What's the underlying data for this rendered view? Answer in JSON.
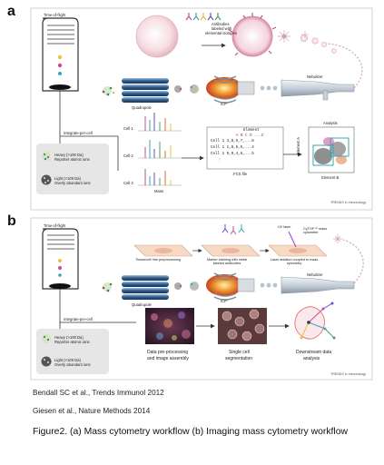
{
  "panel_a": {
    "letter": "a",
    "tof_label": "Time-of-flight",
    "antibodies_label_1": "Antibodies",
    "antibodies_label_2": "labeled with",
    "antibodies_label_3": "elemental isotopes",
    "quadrupole_label": "Quadrupole",
    "icp_label": "ICP",
    "nebulizer_label": "Nebulizer",
    "integrate_label": "Integrate-per-cell",
    "heavy_label_1": "Heavy (>100 Da)",
    "heavy_label_2": "Reporter atomic ions",
    "light_label_1": "Light (<100 Da)",
    "light_label_2": "Overly abundant ions",
    "cell_labels": [
      "Cell 1",
      "Cell 2",
      "Cell 3"
    ],
    "mass_label": "Mass",
    "fcs_header": "Element",
    "fcs_cols": "A B C D ...Z",
    "fcs_rows": [
      "Cell 1  3,8,9,7,...8",
      "Cell 1  1,8,6,5,...4",
      "Cell 1  9,9,4,6,...5",
      "⋮"
    ],
    "fcs_label": ".FCS file",
    "analysis_label": "Analysis",
    "element_a_label": "Element A",
    "element_b_label": "Element B",
    "trends_label": "TRENDS in Immunology"
  },
  "panel_b": {
    "letter": "b",
    "tof_label": "Time-of-flight",
    "quadrupole_label": "Quadrupole",
    "icp_label": "ICP",
    "nebulizer_label": "Nebulizer",
    "integrate_label": "Integrate-per-cell",
    "heavy_label_1": "Heavy (>100 Da)",
    "heavy_label_2": "Reporter atomic ions",
    "light_label_1": "Light (<100 Da)",
    "light_label_2": "Overly abundant ions",
    "step1": "Tissue/cell line preprocessing",
    "step2": "Marker staining with metal labeled antibodies",
    "step3": "Laser ablation coupled to mass cytometry",
    "uv_label": "UV laser",
    "cytof_label": "CyTOF™ mass cytometer",
    "stage1_1": "Data pre-processing",
    "stage1_2": "and image assembly",
    "stage2_1": "Single cell",
    "stage2_2": "segmentation",
    "stage3_1": "Downstream data",
    "stage3_2": "analysis",
    "trends_label": "TRENDS in Immunology"
  },
  "citations": [
    "Bendall SC et al., Trends Immunol 2012",
    "Giesen et al., Nature Methods 2014"
  ],
  "caption": "Figure2. (a) Mass cytometry workflow (b) Imaging mass cytometry workflow",
  "colors": {
    "panel_border": "#bbbbbb",
    "quadrupole": "#2e5b8c",
    "icp_flame": "#e46b2a",
    "ion_teal": "#3aa6b9",
    "ion_magenta": "#c64c9d",
    "ion_yellow": "#e8c33c",
    "label_box": "#e6e6e6",
    "arrow": "#333333"
  }
}
